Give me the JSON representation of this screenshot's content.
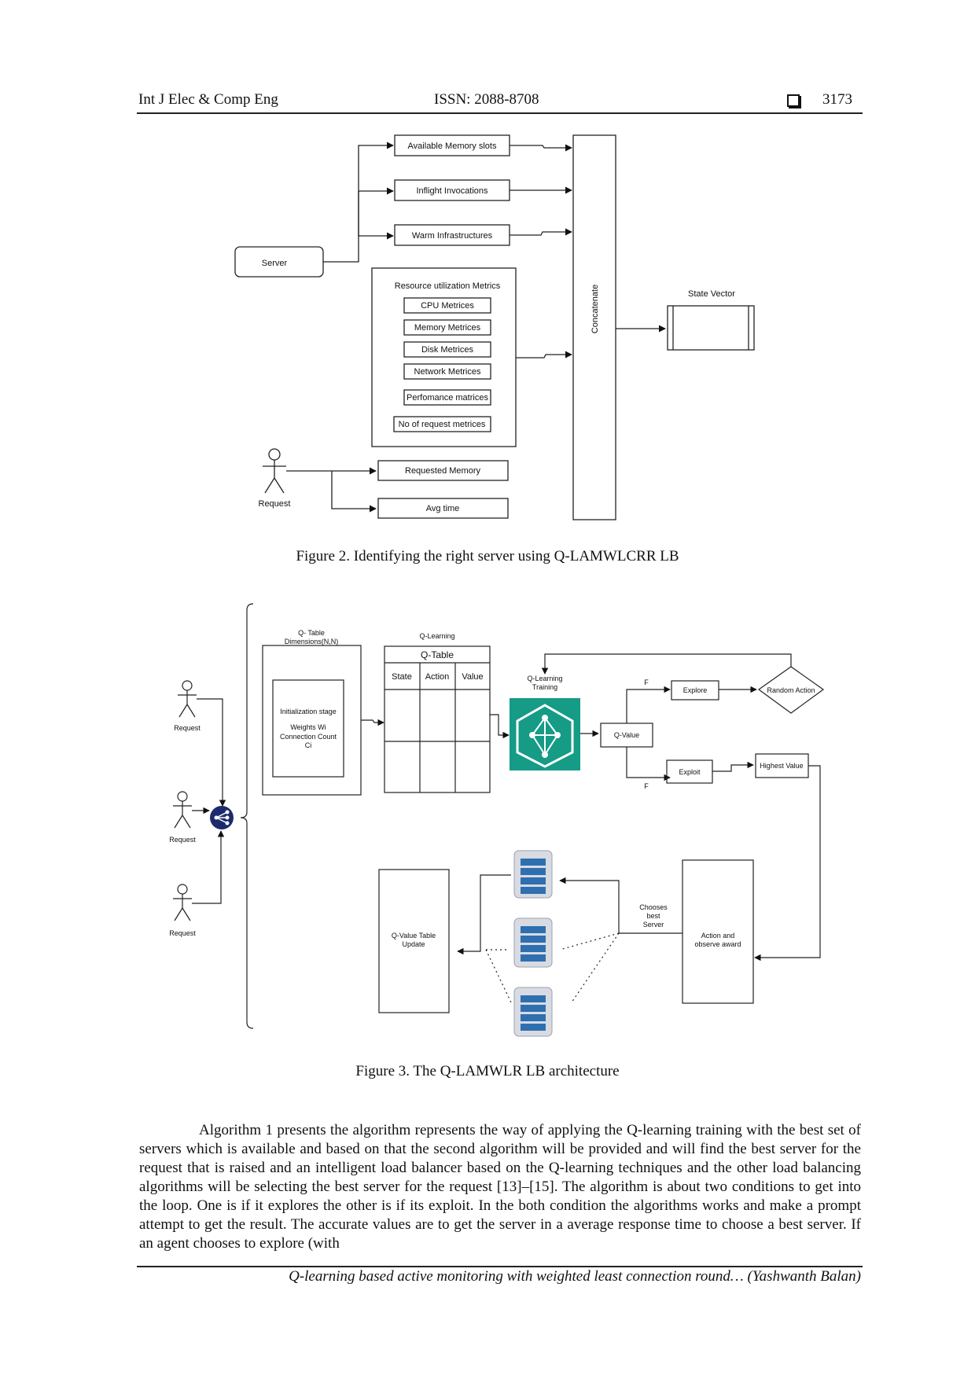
{
  "header": {
    "journal": "Int J Elec & Comp Eng",
    "issn": "ISSN: 2088-8708",
    "page_icon": "square-box-icon",
    "page_number": "3173"
  },
  "figure2": {
    "caption": "Figure 2. Identifying the right server using Q-LAMWLCRR LB",
    "server": "Server",
    "request": "Request",
    "available_memory": "Available Memory slots",
    "inflight": "Inflight Invocations",
    "warm": "Warm Infrastructures",
    "resource_title": "Resource utilization Metrics",
    "metrics": [
      "CPU Metrices",
      "Memory Metrices",
      "Disk Metrices",
      "Network Metrices",
      "Perfomance matrices",
      "No of request metrices"
    ],
    "requested_memory": "Requested Memory",
    "avg_time": "Avg time",
    "concatenate": "Concatenate",
    "state_vector": "State Vector"
  },
  "figure3": {
    "caption": "Figure 3. The Q-LAMWLR LB architecture",
    "request_label": "Request",
    "qtable_dims_1": "Q- Table",
    "qtable_dims_2": "Dimensions(N,N)",
    "init_stage": "Initialization stage",
    "weights": "Weights Wi",
    "conn_count": "Connection Count",
    "ci": "Ci",
    "qlearning": "Q-Learning",
    "qtable": "Q-Table",
    "col_state": "State",
    "col_action": "Action",
    "col_value": "Value",
    "training_1": "Q-Learning",
    "training_2": "Training",
    "qvalue": "Q-Value",
    "explore": "Explore",
    "exploit": "Exploit",
    "random_action": "Random Action",
    "highest_value": "Highest Value",
    "chooses_1": "Chooses",
    "chooses_2": "best",
    "chooses_3": "Server",
    "action_1": "Action and",
    "action_2": "observe award",
    "update_1": "Q-Value Table",
    "update_2": "Update",
    "branch_marker": "F",
    "load_balancer_icon": "load-balancer-icon",
    "training_icon": "neural-network-icon",
    "server_icon": "server-rack-icon"
  },
  "paragraph": "Algorithm 1 presents the algorithm represents the way of applying the Q-learning training with the best set of servers which is available and based on that the second algorithm will be provided and will find the best server for the request that is raised and an intelligent load balancer based on the Q-learning techniques and the other load balancing algorithms will be selecting the best server for the request [13]–[15]. The algorithm is about two conditions to get into the loop. One is if it explores the other is if its exploit. In the both condition the algorithms works and make a prompt attempt to get the result. The accurate values are to get the server in a average response time to choose a best server. If an agent chooses to explore (with",
  "footer": "Q-learning based active monitoring with weighted least connection round… (Yashwanth Balan)"
}
